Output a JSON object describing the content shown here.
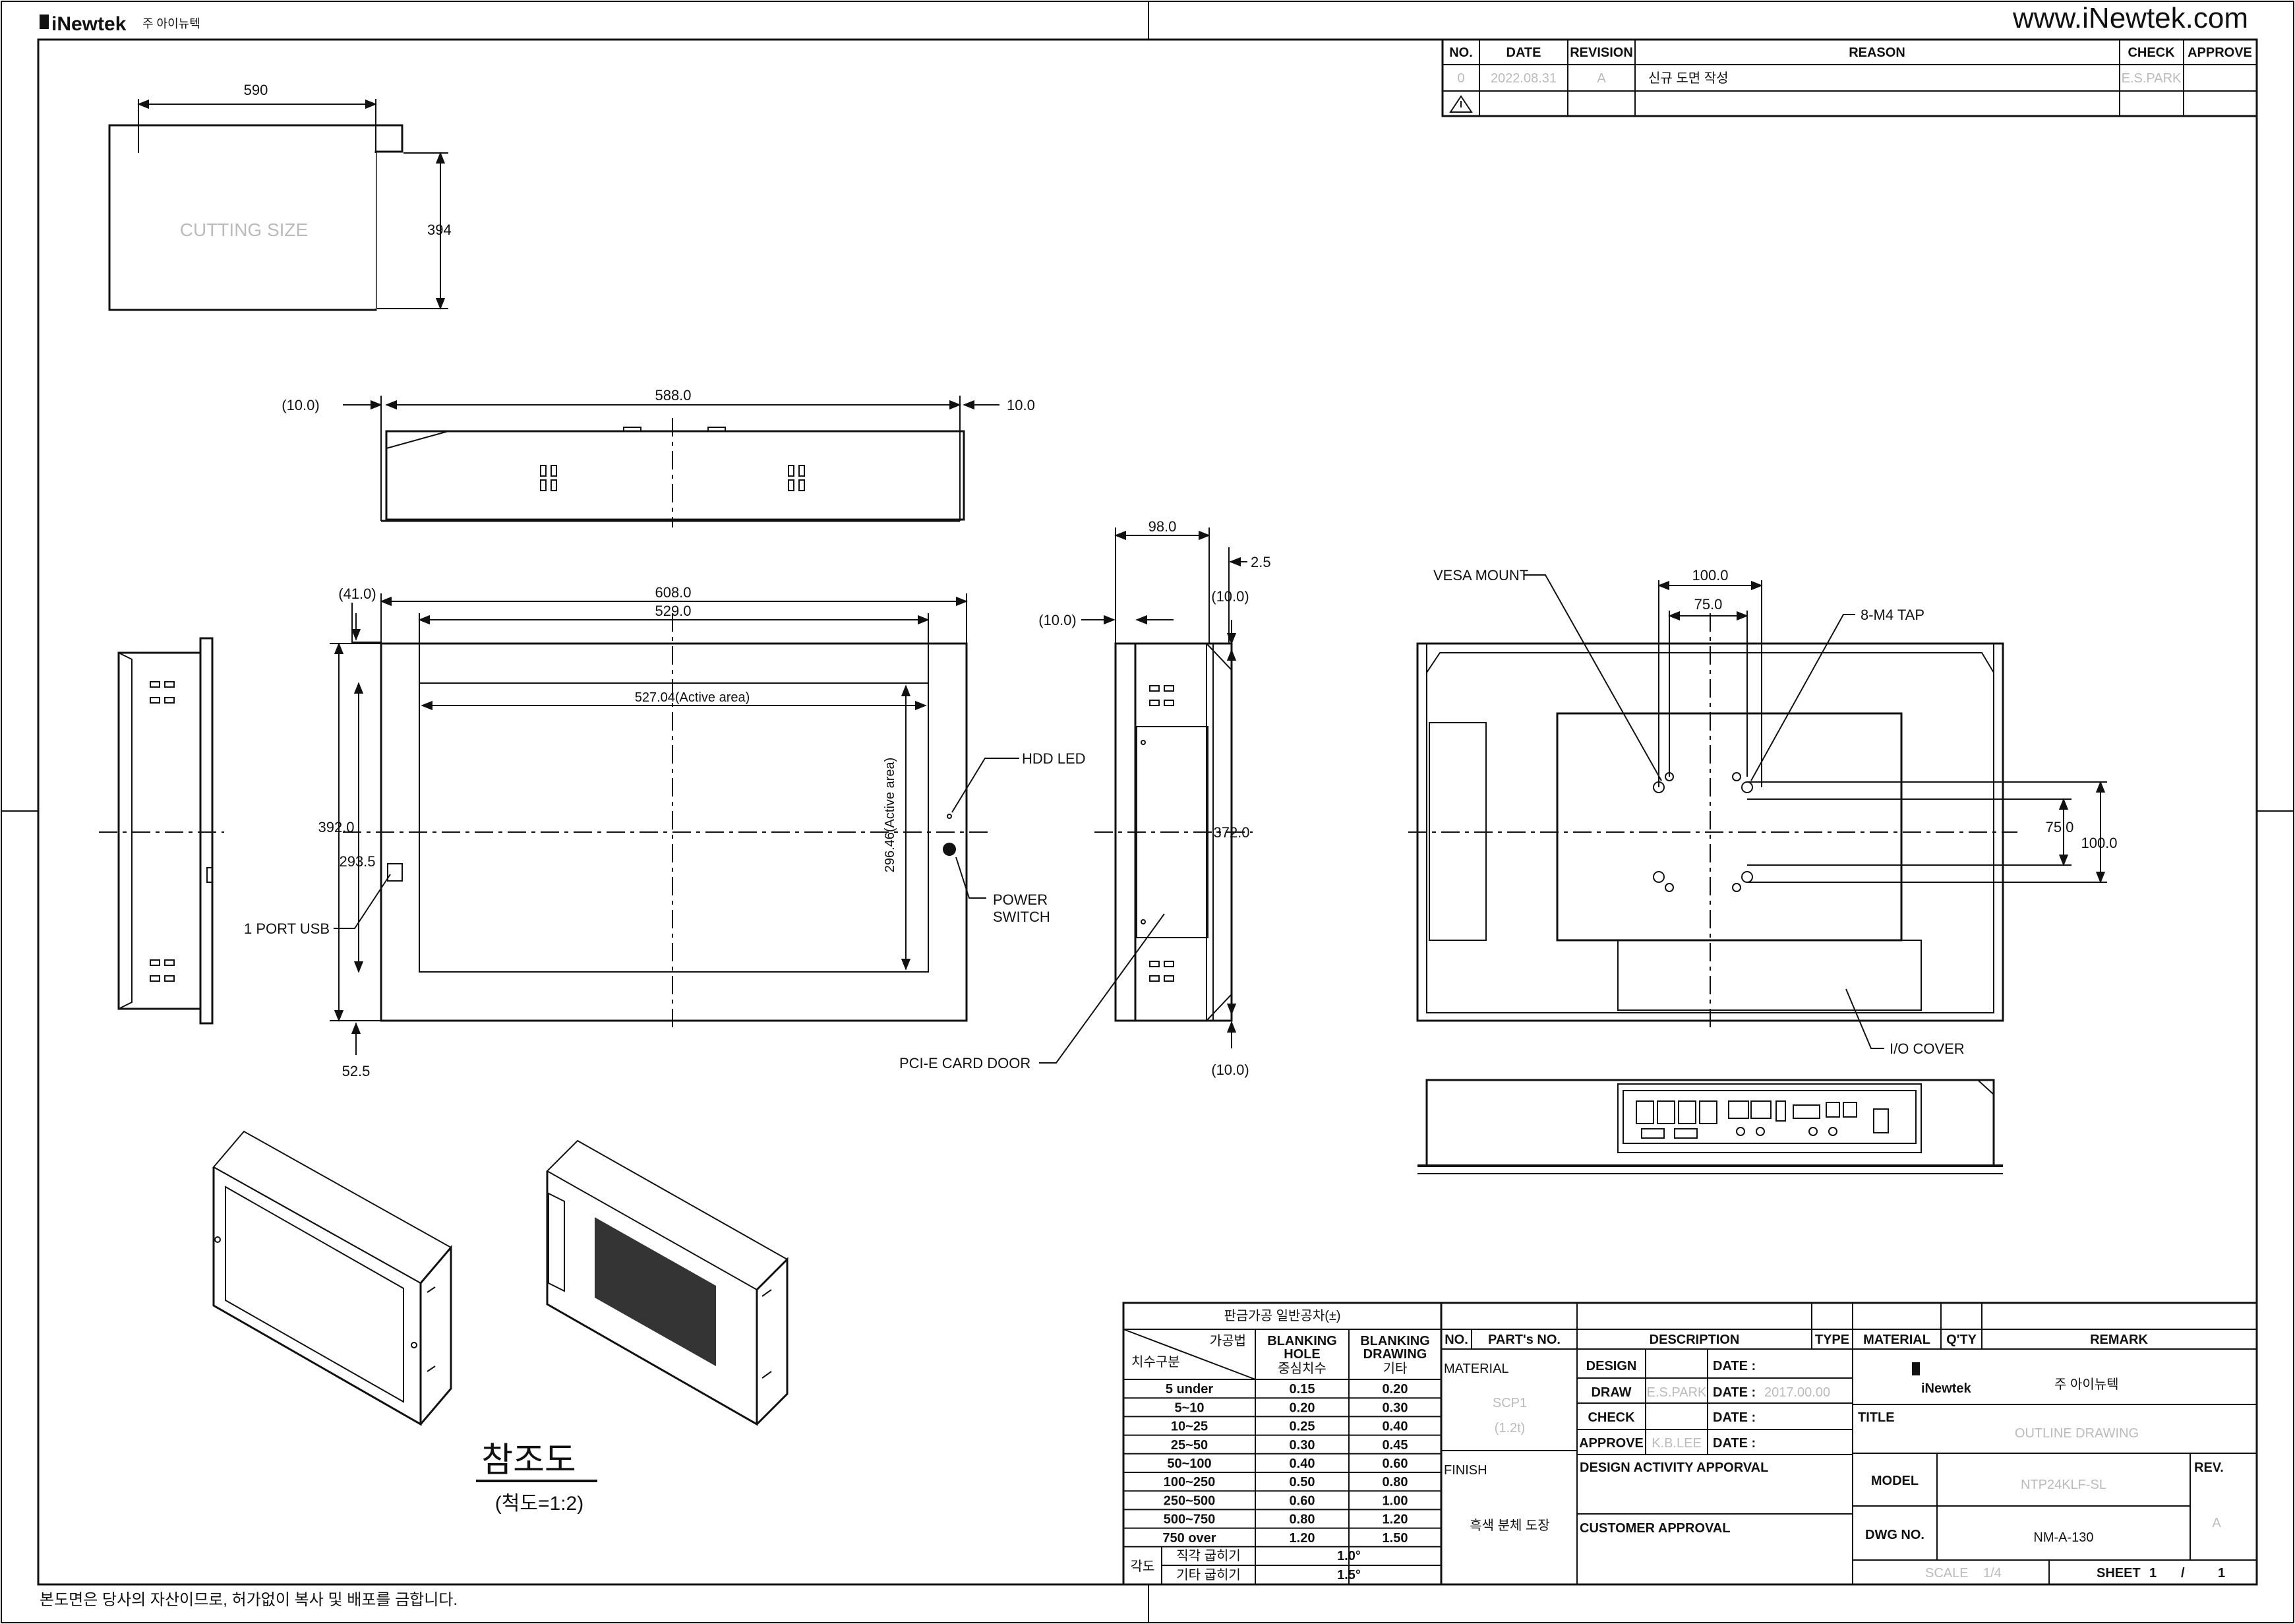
{
  "header": {
    "logo": "iNewtek",
    "company_kr": "주 아이뉴텍",
    "website": "www.iNewtek.com"
  },
  "revision_table": {
    "headers": [
      "NO.",
      "DATE",
      "REVISION",
      "REASON",
      "CHECK",
      "APPROVE"
    ],
    "rows": [
      {
        "no": "0",
        "date": "2022.08.31",
        "revision": "A",
        "reason": "신규 도면 작성",
        "check": "E.S.PARK",
        "approve": ""
      }
    ]
  },
  "cutting_view": {
    "label": "CUTTING SIZE",
    "width": "590",
    "height": "394"
  },
  "top_view": {
    "width": "588.0",
    "left": "(10.0)",
    "right": "10.0"
  },
  "front_view": {
    "overall_width": "608.0",
    "inner_width": "529.0",
    "active_width": "527.04(Active area)",
    "active_height": "296.46(Active area)",
    "overall_height": "392.0",
    "left_offset": "(41.0)",
    "height_2": "293.5",
    "bottom_offset": "52.5",
    "callouts": [
      "HDD LED",
      "POWER",
      "SWITCH",
      "1 PORT USB",
      "PCI-E CARD DOOR"
    ]
  },
  "side_view": {
    "depth": "98.0",
    "top_gap": "2.5",
    "left": "(10.0)",
    "top_right": "(10.0)",
    "height": "372.0",
    "bottom": "(10.0)"
  },
  "rear_view": {
    "vesa_mount": "VESA MOUNT",
    "tap": "8-M4 TAP",
    "w100": "100.0",
    "w75": "75.0",
    "h75": "75.0",
    "h100": "100.0",
    "io_cover": "I/O COVER"
  },
  "reference": {
    "title": "참조도",
    "scale": "(척도=1:2)"
  },
  "footer_note": "본도면은 당사의 자산이므로, 허가없이 복사 및 배포를 금합니다.",
  "tolerance_table": {
    "title": "판금가공 일반공차(±)",
    "corner_top": "가공법",
    "corner_bottom": "치수구분",
    "col1": [
      "BLANKING",
      "HOLE",
      "중심치수"
    ],
    "col2": [
      "BLANKING",
      "DRAWING",
      "기타"
    ],
    "rows": [
      {
        "range": "5 under",
        "hole": "0.15",
        "draw": "0.20"
      },
      {
        "range": "5~10",
        "hole": "0.20",
        "draw": "0.30"
      },
      {
        "range": "10~25",
        "hole": "0.25",
        "draw": "0.40"
      },
      {
        "range": "25~50",
        "hole": "0.30",
        "draw": "0.45"
      },
      {
        "range": "50~100",
        "hole": "0.40",
        "draw": "0.60"
      },
      {
        "range": "100~250",
        "hole": "0.50",
        "draw": "0.80"
      },
      {
        "range": "250~500",
        "hole": "0.60",
        "draw": "1.00"
      },
      {
        "range": "500~750",
        "hole": "0.80",
        "draw": "1.20"
      },
      {
        "range": "750 over",
        "hole": "1.20",
        "draw": "1.50"
      }
    ],
    "angle_label": "각도",
    "angle_rows": [
      {
        "label": "직각 굽히기",
        "value": "1.0°"
      },
      {
        "label": "기타 굽히기",
        "value": "1.5°"
      }
    ]
  },
  "title_block": {
    "parts_headers": [
      "NO.",
      "PART's NO.",
      "DESCRIPTION",
      "TYPE",
      "MATERIAL",
      "Q'TY",
      "REMARK"
    ],
    "material_label": "MATERIAL",
    "material_value": "SCP1",
    "material_thk": "(1.2t)",
    "finish_label": "FINISH",
    "finish_value": "흑색 분체 도장",
    "design": "DESIGN",
    "draw": "DRAW",
    "draw_name": "E.S.PARK",
    "check": "CHECK",
    "approve": "APPROVE",
    "approve_name": "K.B.LEE",
    "date_label": "DATE :",
    "draw_date": "2017.00.00",
    "activity": "DESIGN ACTIVITY APPORVAL",
    "customer": "CUSTOMER APPROVAL",
    "title_label": "TITLE",
    "title_value": "OUTLINE DRAWING",
    "model_label": "MODEL",
    "model_value": "NTP24KLF-SL",
    "rev_label": "REV.",
    "rev_value": "A",
    "dwg_label": "DWG NO.",
    "dwg_value": "NM-A-130",
    "scale_label": "SCALE",
    "scale_value": "1/4",
    "sheet_label": "SHEET",
    "sheet_value": "1",
    "sheet_sep": "/",
    "sheet_total": "1"
  }
}
